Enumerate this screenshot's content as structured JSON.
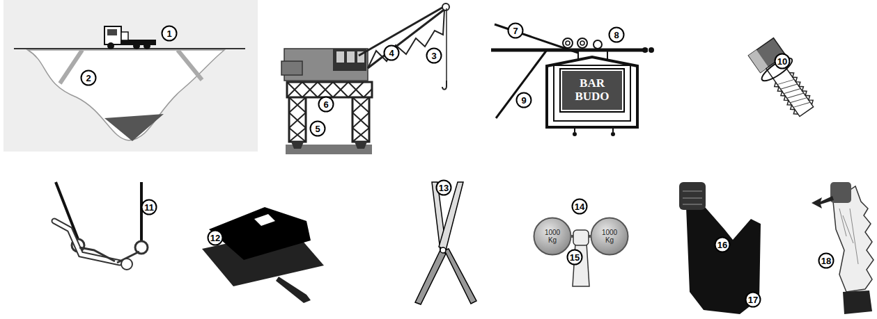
{
  "diagram": {
    "nodes": [
      {
        "text": [
          "1"
        ]
      },
      {
        "text": [
          "2"
        ]
      },
      {
        "text": [
          "3"
        ]
      },
      {
        "text": [
          "4"
        ]
      },
      {
        "text": [
          "5"
        ]
      },
      {
        "text": [
          "6"
        ]
      },
      {
        "text": [
          "7"
        ]
      },
      {
        "text": [
          "8"
        ]
      },
      {
        "text": [
          "9"
        ]
      },
      {
        "text": [
          "BAR BUDO"
        ]
      },
      {
        "text": [
          "10"
        ]
      },
      {
        "text": [
          "11"
        ]
      },
      {
        "text": [
          "12"
        ]
      },
      {
        "text": [
          "13"
        ]
      },
      {
        "text": [
          "1000 Kg"
        ]
      },
      {
        "text": [
          "14"
        ]
      },
      {
        "text": [
          "1000 Kg"
        ]
      },
      {
        "text": [
          "15"
        ]
      },
      {
        "text": [
          "16"
        ]
      },
      {
        "text": [
          "17"
        ]
      },
      {
        "text": [
          "18"
        ]
      }
    ]
  }
}
